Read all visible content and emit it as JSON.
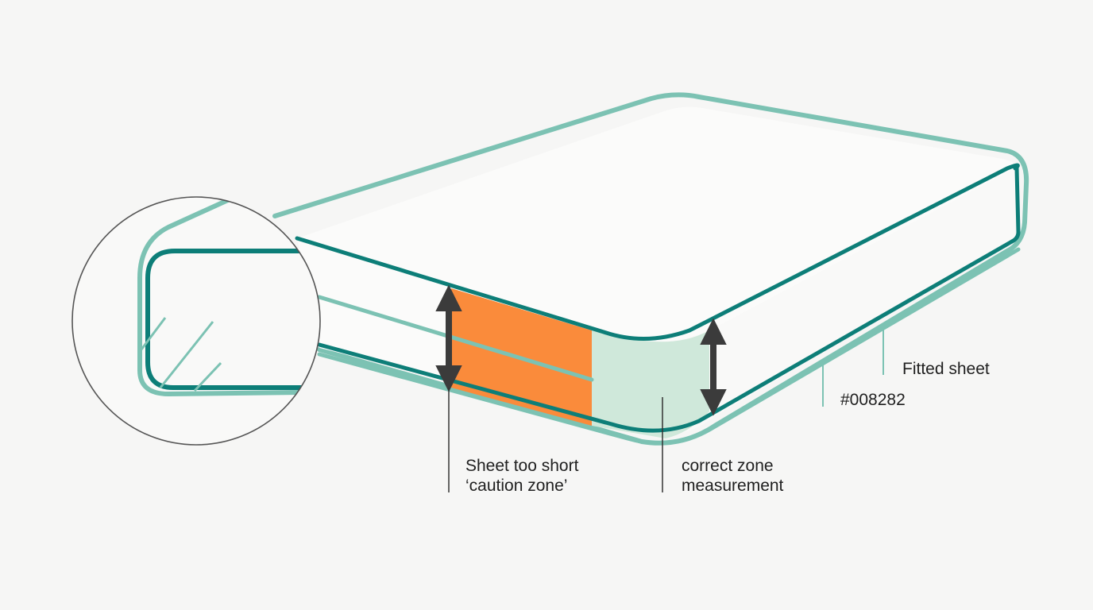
{
  "labels": {
    "caution_line1": "Sheet too short",
    "caution_line2": "‘caution zone’",
    "correct_line1": "correct zone",
    "correct_line2": "measurement",
    "fitted_sheet": "Fitted sheet",
    "sheet_color_code": "#008282"
  },
  "colors": {
    "mattress_outline": "#0d7e78",
    "fitted_sheet": "#7cc2b3",
    "caution_zone": "#fa8b3b",
    "correct_zone": "#cfe8da",
    "arrow": "#3b3b3b",
    "leader_line": "#333333",
    "magnifier_ring": "#555555",
    "background": "#f6f6f5"
  },
  "icons": {
    "measure_arrow": "double-headed-vertical-arrow"
  }
}
